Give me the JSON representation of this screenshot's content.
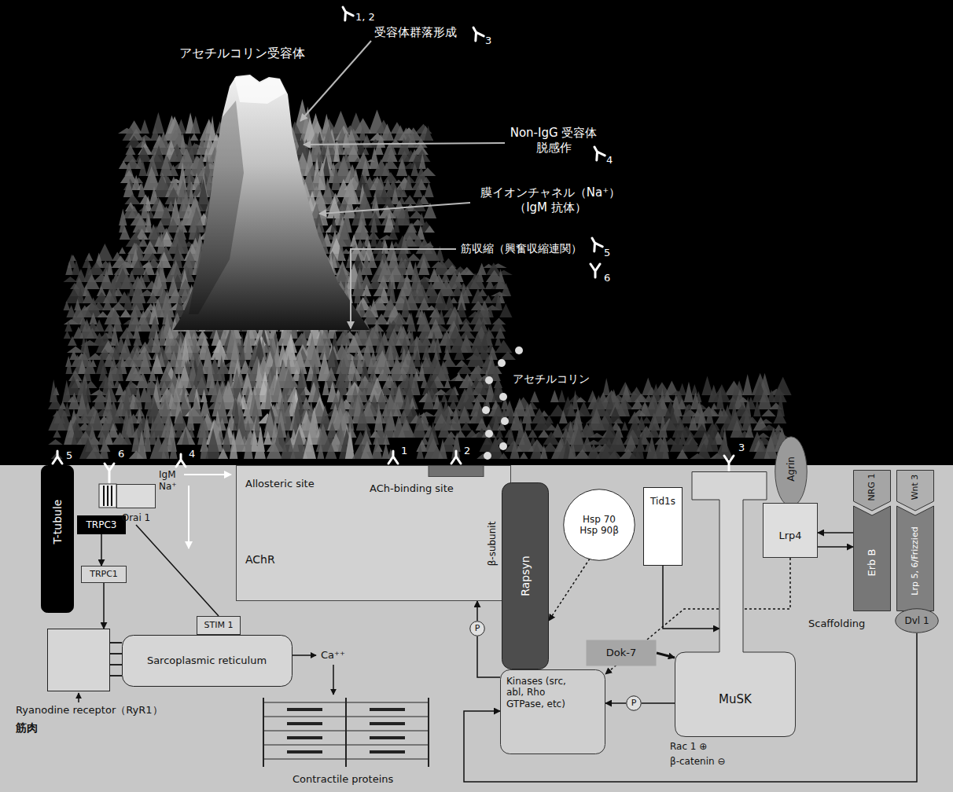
{
  "diagram": {
    "nodes": [
      {
        "text": [
          "T-tubule"
        ]
      },
      {
        "text": [
          "TRPC3"
        ]
      },
      {
        "text": [
          "Orai 1"
        ]
      },
      {
        "text": [
          "TRPC1"
        ]
      },
      {
        "text": [
          "STIM 1"
        ]
      },
      {
        "text": [
          "Sarcoplasmic reticulum"
        ]
      },
      {
        "text": [
          "Ryanodine receptor（RyR1）"
        ]
      },
      {
        "text": [
          "Allosteric site",
          "ACh-binding site",
          "AChR",
          "β-subunit"
        ]
      },
      {
        "text": [
          "Rapsyn"
        ]
      },
      {
        "text": [
          "Hsp 70 Hsp 90β"
        ]
      },
      {
        "text": [
          "Tid1s"
        ]
      },
      {
        "text": [
          "MuSK"
        ]
      },
      {
        "text": [
          "Agrin"
        ]
      },
      {
        "text": [
          "Lrp4"
        ]
      },
      {
        "text": [
          "NRG 1",
          "Erb B"
        ]
      },
      {
        "text": [
          "Wnt 3",
          "Lrp 5, 6/Frizzied"
        ]
      },
      {
        "text": [
          "Dvl 1"
        ]
      },
      {
        "text": [
          "Dok-7"
        ]
      },
      {
        "text": [
          "Kinases (src, abl, Rho GTPase, etc)"
        ]
      },
      {
        "text": [
          "P"
        ]
      },
      {
        "text": [
          "P"
        ]
      }
    ],
    "edges": [
      {
        "from": 1,
        "to": 3,
        "arrow": "to"
      },
      {
        "from": 3,
        "to": 6,
        "arrow": "to"
      },
      {
        "from": 2,
        "to": 4,
        "arrow": "none"
      },
      {
        "from": 18,
        "to": 19,
        "arrow": "none"
      },
      {
        "from": 19,
        "to": 7,
        "arrow": "to"
      },
      {
        "from": 9,
        "to": 8,
        "arrow": "to"
      },
      {
        "from": 13,
        "to": 18,
        "arrow": "to"
      },
      {
        "from": 10,
        "to": 11,
        "arrow": "to"
      },
      {
        "from": 17,
        "to": 11,
        "arrow": "to"
      },
      {
        "from": 11,
        "to": 20,
        "arrow": "none"
      },
      {
        "from": 20,
        "to": 18,
        "arrow": "to"
      },
      {
        "from": 14,
        "to": 13,
        "arrow": "to"
      },
      {
        "from": 13,
        "to": 14,
        "arrow": "to"
      },
      {
        "from": 16,
        "to": 18,
        "arrow": "to"
      }
    ],
    "labels": [
      "アセチルコリン受容体",
      "1, 2",
      "受容体群落形成",
      "3",
      "Non-IgG 受容体脱感作",
      "4",
      "膜イオンチャネル（Na⁺） （IgM 抗体）",
      "筋収縮（興奮収縮連関）",
      "5",
      "6",
      "アセチルコリン",
      "5",
      "6",
      "IgM",
      "4",
      "Na⁺",
      "1",
      "2",
      "3",
      "Ca⁺⁺",
      "Contractile proteins",
      "筋肉",
      "Scaffolding",
      "Rac 1 ⊕",
      "β-catenin ⊖"
    ]
  }
}
